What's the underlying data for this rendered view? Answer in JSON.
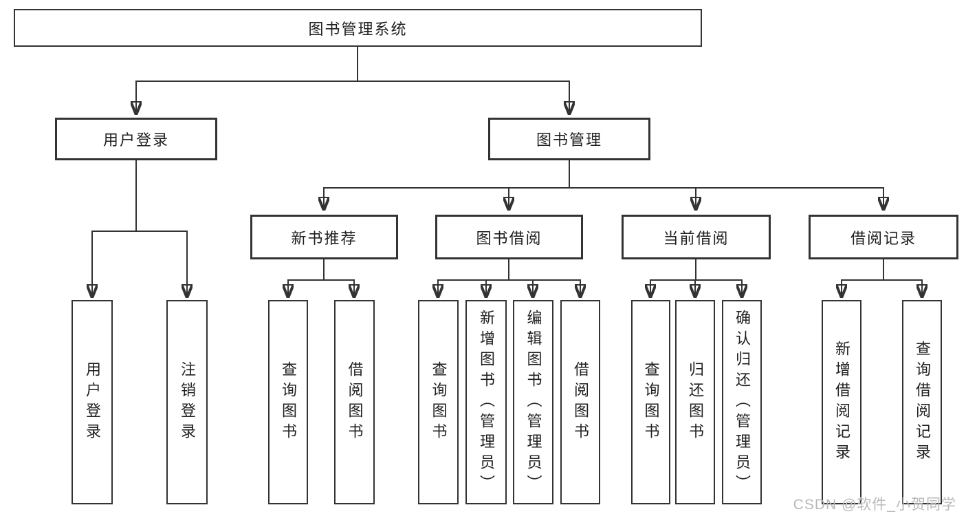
{
  "tree": {
    "root": {
      "label": "图书管理系统",
      "children": [
        {
          "label": "用户登录",
          "children": [
            {
              "label": "用户登录"
            },
            {
              "label": "注销登录"
            }
          ]
        },
        {
          "label": "图书管理",
          "children": [
            {
              "label": "新书推荐",
              "children": [
                {
                  "label": "查询图书"
                },
                {
                  "label": "借阅图书"
                }
              ]
            },
            {
              "label": "图书借阅",
              "children": [
                {
                  "label": "查询图书"
                },
                {
                  "label": "新增图书（管理员）"
                },
                {
                  "label": "编辑图书（管理员）"
                },
                {
                  "label": "借阅图书"
                }
              ]
            },
            {
              "label": "当前借阅",
              "children": [
                {
                  "label": "查询图书"
                },
                {
                  "label": "归还图书"
                },
                {
                  "label": "确认归还（管理员）"
                }
              ]
            },
            {
              "label": "借阅记录",
              "children": [
                {
                  "label": "新增借阅记录"
                },
                {
                  "label": "查询借阅记录"
                }
              ]
            }
          ]
        }
      ]
    }
  },
  "watermark": "CSDN @软件_小贺同学",
  "colors": {
    "line": "#333333",
    "text": "#1f1f1f",
    "watermark": "#b8b8b8",
    "background": "#ffffff"
  }
}
